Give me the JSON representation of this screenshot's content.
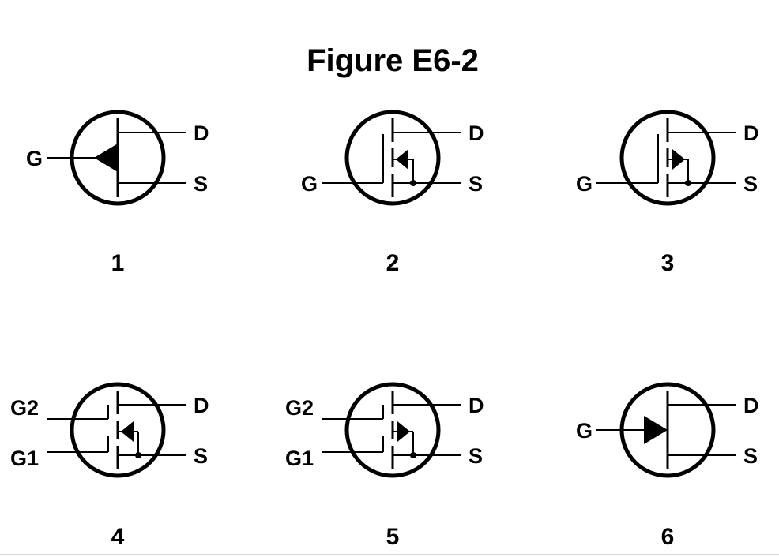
{
  "figure": {
    "title": "Figure E6-2",
    "symbols": [
      {
        "number": "1",
        "kind": "jfet",
        "channel": "n",
        "gate_pins": [
          "G"
        ],
        "drain_pin": "D",
        "source_pin": "S"
      },
      {
        "number": "2",
        "kind": "mosfet",
        "channel": "n",
        "gate_pins": [
          "G"
        ],
        "drain_pin": "D",
        "source_pin": "S"
      },
      {
        "number": "3",
        "kind": "mosfet",
        "channel": "p",
        "gate_pins": [
          "G"
        ],
        "drain_pin": "D",
        "source_pin": "S"
      },
      {
        "number": "4",
        "kind": "dual-gate-mosfet",
        "channel": "n",
        "gate_pins": [
          "G2",
          "G1"
        ],
        "drain_pin": "D",
        "source_pin": "S"
      },
      {
        "number": "5",
        "kind": "dual-gate-mosfet",
        "channel": "p",
        "gate_pins": [
          "G2",
          "G1"
        ],
        "drain_pin": "D",
        "source_pin": "S"
      },
      {
        "number": "6",
        "kind": "jfet",
        "channel": "p",
        "gate_pins": [
          "G"
        ],
        "drain_pin": "D",
        "source_pin": "S"
      }
    ]
  }
}
